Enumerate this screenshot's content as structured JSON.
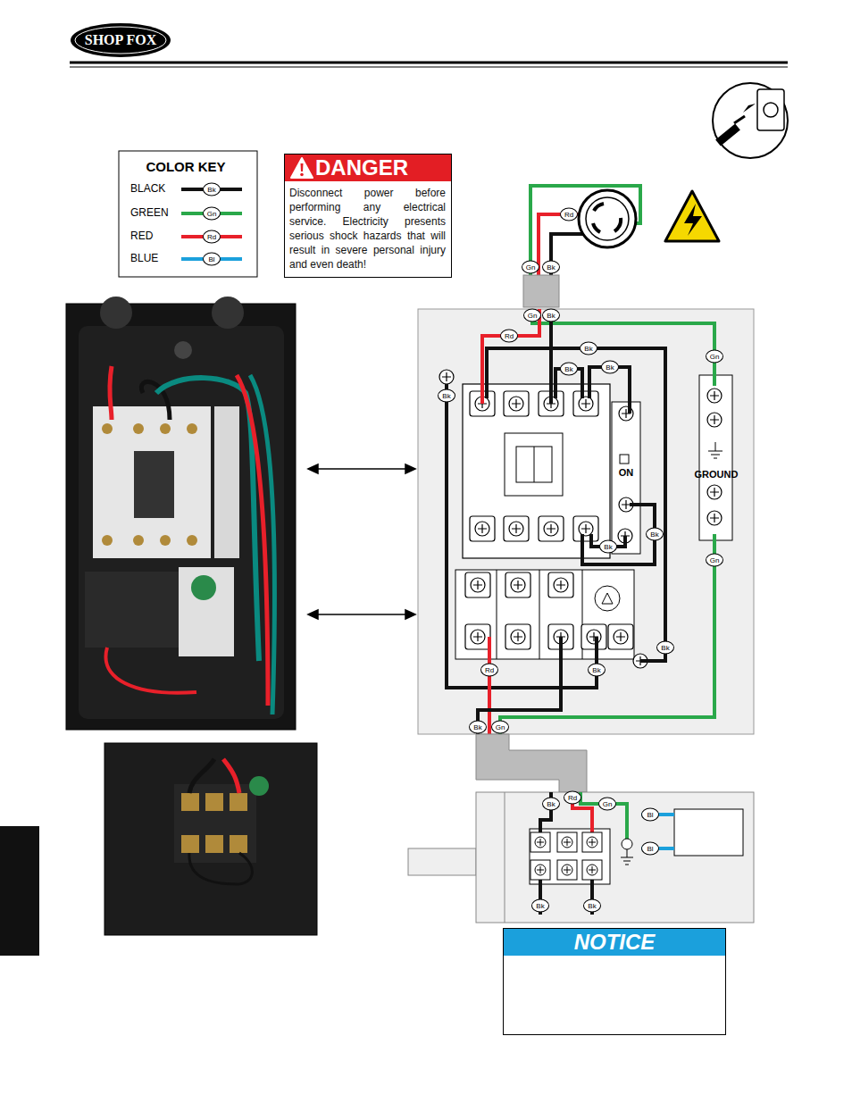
{
  "diagram": {
    "nodes": [
      {
        "text": [
          "DANGER",
          "Disconnect power before performing any electrical service. Electricity presents serious shock hazards that will result in severe personal injury and even death!"
        ]
      },
      {
        "text": [
          "NOTICE"
        ]
      }
    ],
    "labels": [
      "SHOP FOX",
      "COLOR KEY",
      "Bk",
      "Gn",
      "Rd",
      "Bl",
      "Rd",
      "Gn",
      "Bk",
      "Gn",
      "Bk",
      "Rd",
      "Bk",
      "Bk",
      "Bk",
      "Gn",
      "Bk",
      "ON",
      "GROUND",
      "Bk",
      "Bk",
      "Gn",
      "Bk",
      "Rd",
      "Bk",
      "Bk",
      "Gn",
      "Bk",
      "Rd",
      "Gn",
      "Bl",
      "Bl",
      "Bk",
      "Bk"
    ],
    "legend": [
      {
        "text": "BLACK",
        "color": "#111111"
      },
      {
        "text": "GREEN",
        "color": "#2aa84a"
      },
      {
        "text": "RED",
        "color": "#e8202a"
      },
      {
        "text": "BLUE",
        "color": "#1ba0dc"
      }
    ]
  }
}
